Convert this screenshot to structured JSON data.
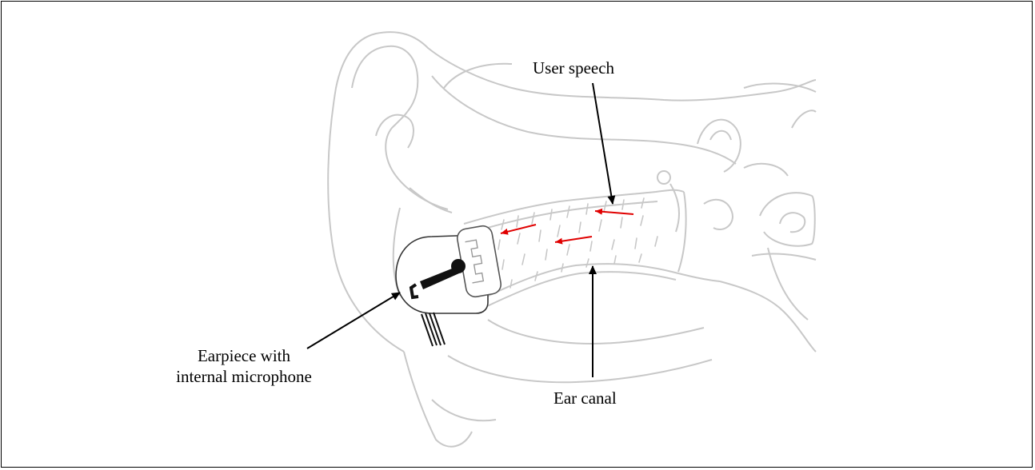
{
  "labels": {
    "user_speech": "User speech",
    "earpiece_line1": "Earpiece with",
    "earpiece_line2": "internal microphone",
    "ear_canal": "Ear canal"
  },
  "colors": {
    "anatomy_outline": "#c8c8c8",
    "annotation_arrow": "#000000",
    "sound_arrow": "#e00000",
    "earpiece_fill": "#ffffff",
    "microphone_icon": "#111111"
  },
  "icons": {
    "microphone": "microphone-icon"
  }
}
